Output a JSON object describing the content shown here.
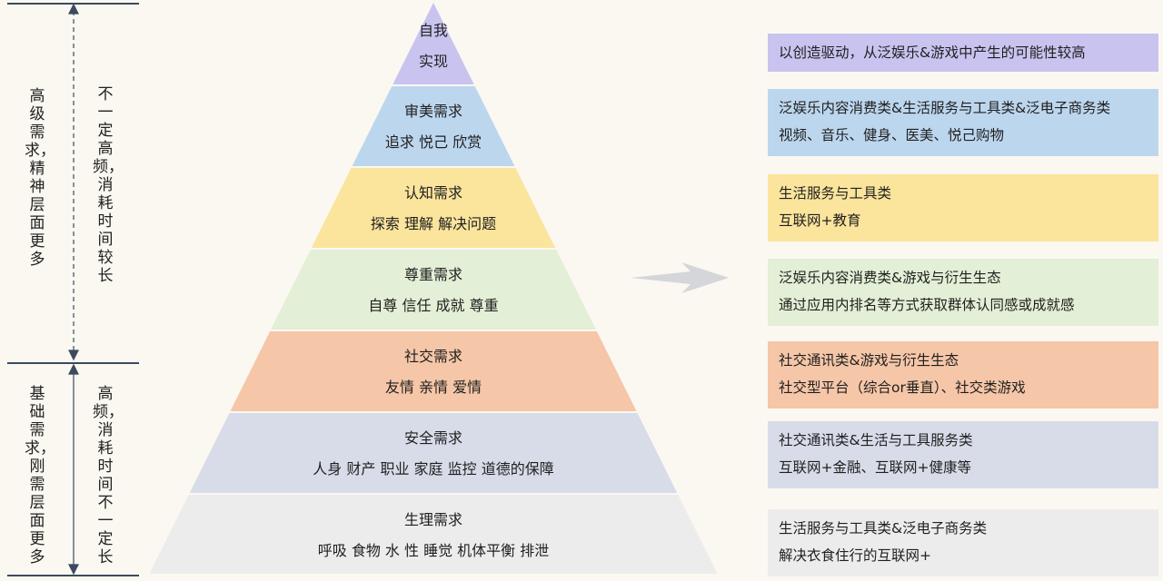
{
  "left": {
    "upper_outer": "高级需求，精神层面更多",
    "upper_inner": "不一定高频，消耗时间较长",
    "lower_outer": "基础需求，刚需层面更多",
    "lower_inner": "高频，消耗时间不一定长"
  },
  "pyramid": {
    "tiers": [
      {
        "title": "自我",
        "subtitle": "实现",
        "color": "#c9c3ef"
      },
      {
        "title": "审美需求",
        "subtitle": "追求 悦己 欣赏",
        "color": "#bcd6ee"
      },
      {
        "title": "认知需求",
        "subtitle": "探索 理解 解决问题",
        "color": "#fbe49c"
      },
      {
        "title": "尊重需求",
        "subtitle": "自尊 信任 成就 尊重",
        "color": "#e3efd6"
      },
      {
        "title": "社交需求",
        "subtitle": "友情 亲情 爱情",
        "color": "#f5c6a7"
      },
      {
        "title": "安全需求",
        "subtitle": "人身 财产 职业 家庭 监控 道德的保障",
        "color": "#d8dce9"
      },
      {
        "title": "生理需求",
        "subtitle": "呼吸 食物 水 性 睡觉 机体平衡 排泄",
        "color": "#ececec"
      }
    ]
  },
  "boxes": [
    {
      "line1": "以创造驱动，从泛娱乐&游戏中产生的可能性较高",
      "line2": "",
      "color": "#c9c3ef"
    },
    {
      "line1": "泛娱乐内容消费类&生活服务与工具类&泛电子商务类",
      "line2": "视频、音乐、健身、医美、悦己购物",
      "color": "#bcd6ee"
    },
    {
      "line1": "生活服务与工具类",
      "line2": "互联网+教育",
      "color": "#fbe49c"
    },
    {
      "line1": "泛娱乐内容消费类&游戏与衍生生态",
      "line2": "通过应用内排名等方式获取群体认同感或成就感",
      "color": "#e3efd6"
    },
    {
      "line1": "社交通讯类&游戏与衍生生态",
      "line2": "社交型平台（综合or垂直）、社交类游戏",
      "color": "#f5c6a7"
    },
    {
      "line1": "社交通讯类&生活与工具服务类",
      "line2": "互联网+金融、互联网+健康等",
      "color": "#d8dce9"
    },
    {
      "line1": "生活服务与工具类&泛电子商务类",
      "line2": "解决衣食住行的互联网+",
      "color": "#ececec"
    }
  ],
  "colors": {
    "line": "#3b4a5e",
    "arrow": "#d4d6da",
    "background": "#fbf8f1"
  }
}
